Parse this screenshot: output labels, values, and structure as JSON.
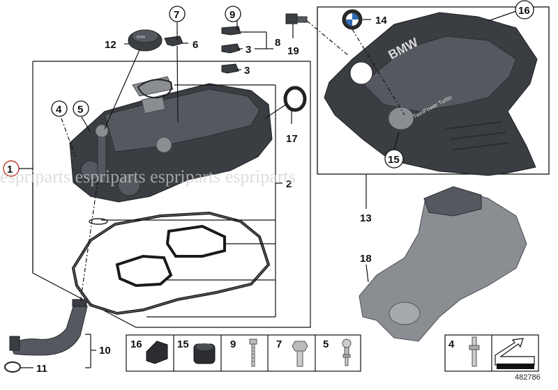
{
  "callouts": {
    "c1": "1",
    "c2": "2",
    "c3a": "3",
    "c3b": "3",
    "c4": "4",
    "c5": "5",
    "c6": "6",
    "c7": "7",
    "c8": "8",
    "c9": "9",
    "c10": "10",
    "c11": "11",
    "c12": "12",
    "c13": "13",
    "c14": "14",
    "c15": "15",
    "c16": "16",
    "c17": "17",
    "c18": "18",
    "c19": "19"
  },
  "engine_cover_text": {
    "brand": "BMW",
    "badge": "TwinPower Turbo"
  },
  "legend_strip": {
    "items": [
      {
        "number": "16",
        "icon": "rubber-mount-icon"
      },
      {
        "number": "15",
        "icon": "rubber-bushing-icon"
      },
      {
        "number": "9",
        "icon": "screw-icon"
      },
      {
        "number": "7",
        "icon": "bolt-icon"
      },
      {
        "number": "5",
        "icon": "ball-stud-icon"
      }
    ],
    "secondary": {
      "number": "4",
      "icon": "stud-icon"
    }
  },
  "watermark": "espriparts espriparts espriparts espriparts",
  "diagram_id": "482786"
}
